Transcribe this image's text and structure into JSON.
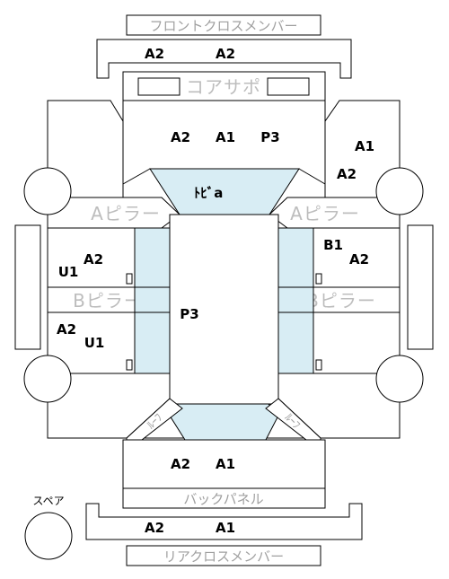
{
  "labels": {
    "front_cross_member": "フロントクロスメンバー",
    "core_support": "コアサポ",
    "a_pillar": "Aピラー",
    "b_pillar": "Bピラー",
    "roof": "ﾙｰﾌ",
    "back_panel": "バックパネル",
    "rear_cross_member": "リアクロスメンバー",
    "spare": "スペア",
    "dash": "ﾄﾋﾞa"
  },
  "grades": {
    "front_cross_left": "A2",
    "front_cross_right": "A2",
    "front_center_1": "A2",
    "front_center_2": "A1",
    "front_center_3": "P3",
    "right_fender_1": "A1",
    "right_fender_2": "A2",
    "left_front_door_1": "A2",
    "left_front_door_2": "U1",
    "right_front_door_1": "B1",
    "right_front_door_2": "A2",
    "left_rear_door_1": "A2",
    "left_rear_door_2": "U1",
    "roof_panel": "P3",
    "trunk_1": "A2",
    "trunk_2": "A1",
    "rear_cross_left": "A2",
    "rear_cross_right": "A1"
  },
  "colors": {
    "glass": "#d8edf4",
    "outline": "#000000",
    "label_gray": "#a0a0a0"
  }
}
